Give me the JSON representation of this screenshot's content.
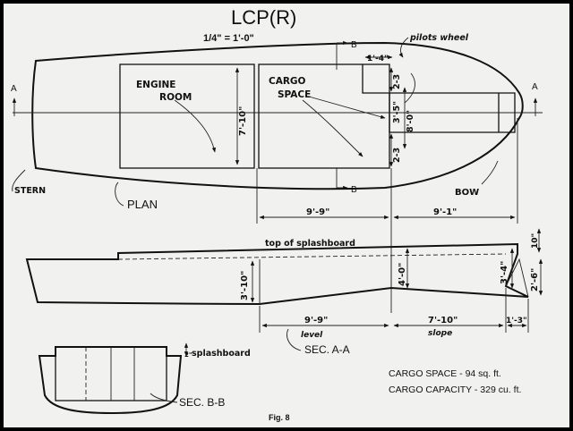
{
  "title": "LCP(R)",
  "scale": "1/4\" = 1'-0\"",
  "plan": {
    "label": "PLAN",
    "stern": "STERN",
    "bow": "BOW",
    "section_a_left": "A",
    "section_a_right": "A",
    "section_b_top": "B",
    "section_b_bottom": "B",
    "engine_room_line1": "ENGINE",
    "engine_room_line2": "ROOM",
    "cargo_space_line1": "CARGO",
    "cargo_space_line2": "SPACE",
    "pilots_wheel": "pilots wheel",
    "dim_engine_height": "7'-10\"",
    "dim_top_width": "1'-4\"",
    "dim_upper_side": "2-3",
    "dim_mid": "3'-5\"",
    "dim_overall_width": "8'-0\"",
    "dim_lower_side": "2-3",
    "dim_cargo_length": "9'-9\"",
    "dim_bow_length": "9'-1\""
  },
  "section_aa": {
    "label": "SEC. A-A",
    "splashboard": "top of splashboard",
    "dim_depth_stern": "3'-10\"",
    "dim_depth_mid": "4'-0\"",
    "dim_depth_bow": "3'-4\"",
    "dim_bow_top": "10\"",
    "dim_bow_low": "2'-6\"",
    "dim_level_length": "9'-9\"",
    "level_label": "level",
    "dim_slope_length": "7'-10\"",
    "slope_label": "slope",
    "dim_bow_tip": "1'-3\""
  },
  "section_bb": {
    "label": "SEC. B-B",
    "splashboard": "splashboard",
    "dim_splashboard": "2\""
  },
  "notes": {
    "cargo_space": "CARGO SPACE - 94 sq. ft.",
    "cargo_capacity": "CARGO CAPACITY - 329 cu. ft."
  },
  "figure": "Fig. 8"
}
